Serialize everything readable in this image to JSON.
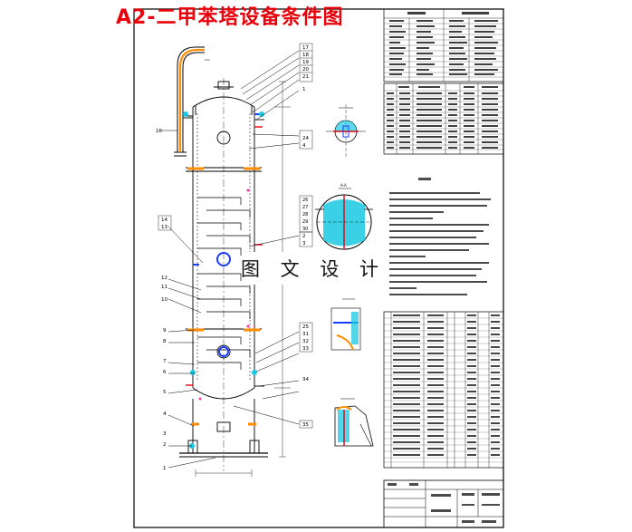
{
  "drawing": {
    "title": "A2-二甲苯塔设备条件图",
    "watermark": "图 文 设 计",
    "colors": {
      "title": "#e8000a",
      "line": "#000000",
      "highlight_blue": "#1a3cff",
      "highlight_cyan": "#18c9e3",
      "highlight_orange": "#ff8c00",
      "highlight_red": "#e8000a",
      "highlight_pink": "#ff2fb0"
    },
    "callouts": [
      "17",
      "18",
      "19",
      "20",
      "21",
      "1",
      "16",
      "24",
      "14",
      "13",
      "12",
      "11",
      "10",
      "9",
      "8",
      "7",
      "6",
      "5",
      "4",
      "3",
      "2",
      "1",
      "2",
      "3",
      "4",
      "25",
      "31",
      "32",
      "33",
      "34",
      "35"
    ],
    "side_labels": [
      "26",
      "27",
      "28",
      "29",
      "30"
    ]
  }
}
